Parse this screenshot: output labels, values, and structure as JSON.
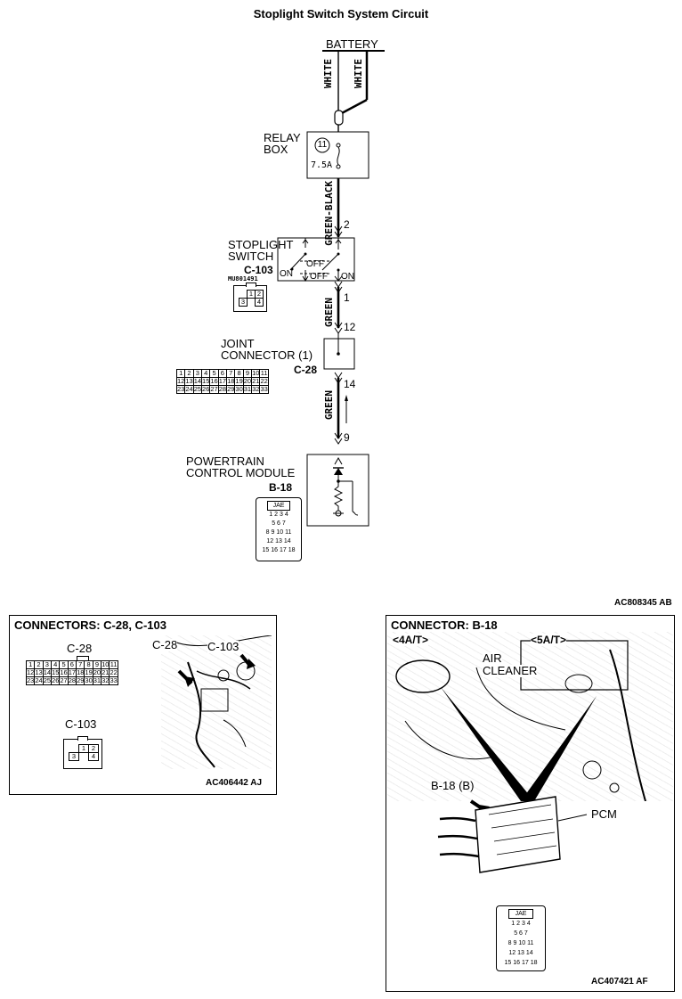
{
  "title": "Stoplight Switch System Circuit",
  "circuit": {
    "battery": "BATTERY",
    "wire_white_1": "WHITE",
    "wire_white_2": "WHITE",
    "relay_box": [
      "RELAY",
      "BOX"
    ],
    "fuse_number": "11",
    "fuse_rating": "7.5A",
    "wire_green_black": "GREEN-BLACK",
    "pin_2": "2",
    "stoplight_switch": [
      "STOPLIGHT",
      "SWITCH"
    ],
    "stoplight_connector": "C-103",
    "stoplight_part_no": "MU801491",
    "switch_on_left": "ON",
    "switch_off_top": "OFF",
    "switch_off_bottom": "OFF",
    "switch_on_right": "ON",
    "pin_1": "1",
    "wire_green_1": "GREEN",
    "pin_12": "12",
    "joint_connector": [
      "JOINT",
      "CONNECTOR (1)"
    ],
    "joint_connector_code": "C-28",
    "pin_14": "14",
    "wire_green_2": "GREEN",
    "pin_9": "9",
    "pcm": [
      "POWERTRAIN",
      "CONTROL MODULE"
    ],
    "pcm_connector": "B-18",
    "jae_label": "JAE",
    "figure_code": "AC808345 AB"
  },
  "connector_c103_pins": [
    [
      "1",
      "2"
    ],
    [
      "3",
      "4"
    ]
  ],
  "connector_c28_pins": [
    [
      "1",
      "2",
      "3",
      "4",
      "5",
      "6",
      "7",
      "8",
      "9",
      "10",
      "11"
    ],
    [
      "12",
      "13",
      "14",
      "15",
      "16",
      "17",
      "18",
      "19",
      "20",
      "21",
      "22"
    ],
    [
      "23",
      "24",
      "25",
      "26",
      "27",
      "28",
      "29",
      "30",
      "31",
      "32",
      "33"
    ]
  ],
  "connector_b18_pins": [
    [
      "1",
      "2",
      "3",
      "4"
    ],
    [
      "5",
      "6",
      "7"
    ],
    [
      "8",
      "9",
      "10",
      "11"
    ],
    [
      "12",
      "13",
      "14"
    ],
    [
      "15",
      "16",
      "17",
      "18"
    ]
  ],
  "panel_left": {
    "title": "CONNECTORS: C-28, C-103",
    "c28_label": "C-28",
    "c103_label": "C-103",
    "photo_c28": "C-28",
    "photo_c103": "C-103",
    "figure_code": "AC406442 AJ"
  },
  "panel_right": {
    "title": "CONNECTOR: B-18",
    "at4": "<4A/T>",
    "at5": "<5A/T>",
    "air_cleaner": [
      "AIR",
      "CLEANER"
    ],
    "b18b": "B-18 (B)",
    "pcm": "PCM",
    "jae_label": "JAE",
    "figure_code": "AC407421 AF"
  }
}
